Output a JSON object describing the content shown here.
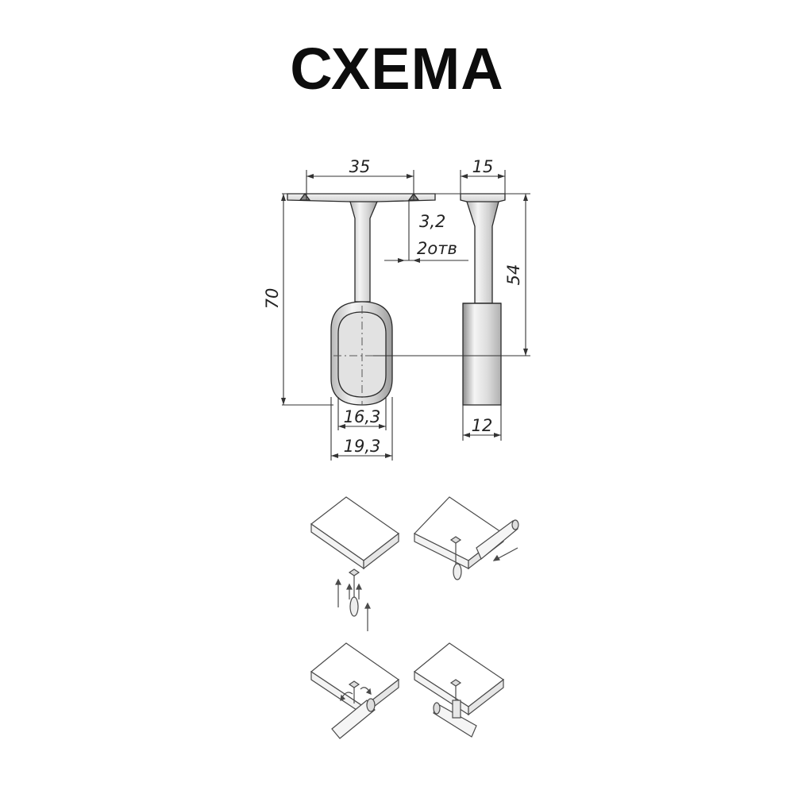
{
  "title": "СХЕМА",
  "drawing": {
    "dimensions": {
      "top_width": "35",
      "side_width": "15",
      "hole_diameter": "3,2",
      "hole_count": "2отв",
      "total_height": "70",
      "side_height": "54",
      "inner_width": "16,3",
      "outer_width": "19,3",
      "side_thickness": "12"
    }
  },
  "colors": {
    "line": "#2a2a2a",
    "metal_light": "#f2f2f2",
    "metal_mid": "#c9c9c9",
    "metal_dark": "#9a9a9a",
    "text": "#0d0d0d"
  },
  "installation": {
    "steps": [
      "step-1",
      "step-2",
      "step-3",
      "step-4"
    ]
  }
}
